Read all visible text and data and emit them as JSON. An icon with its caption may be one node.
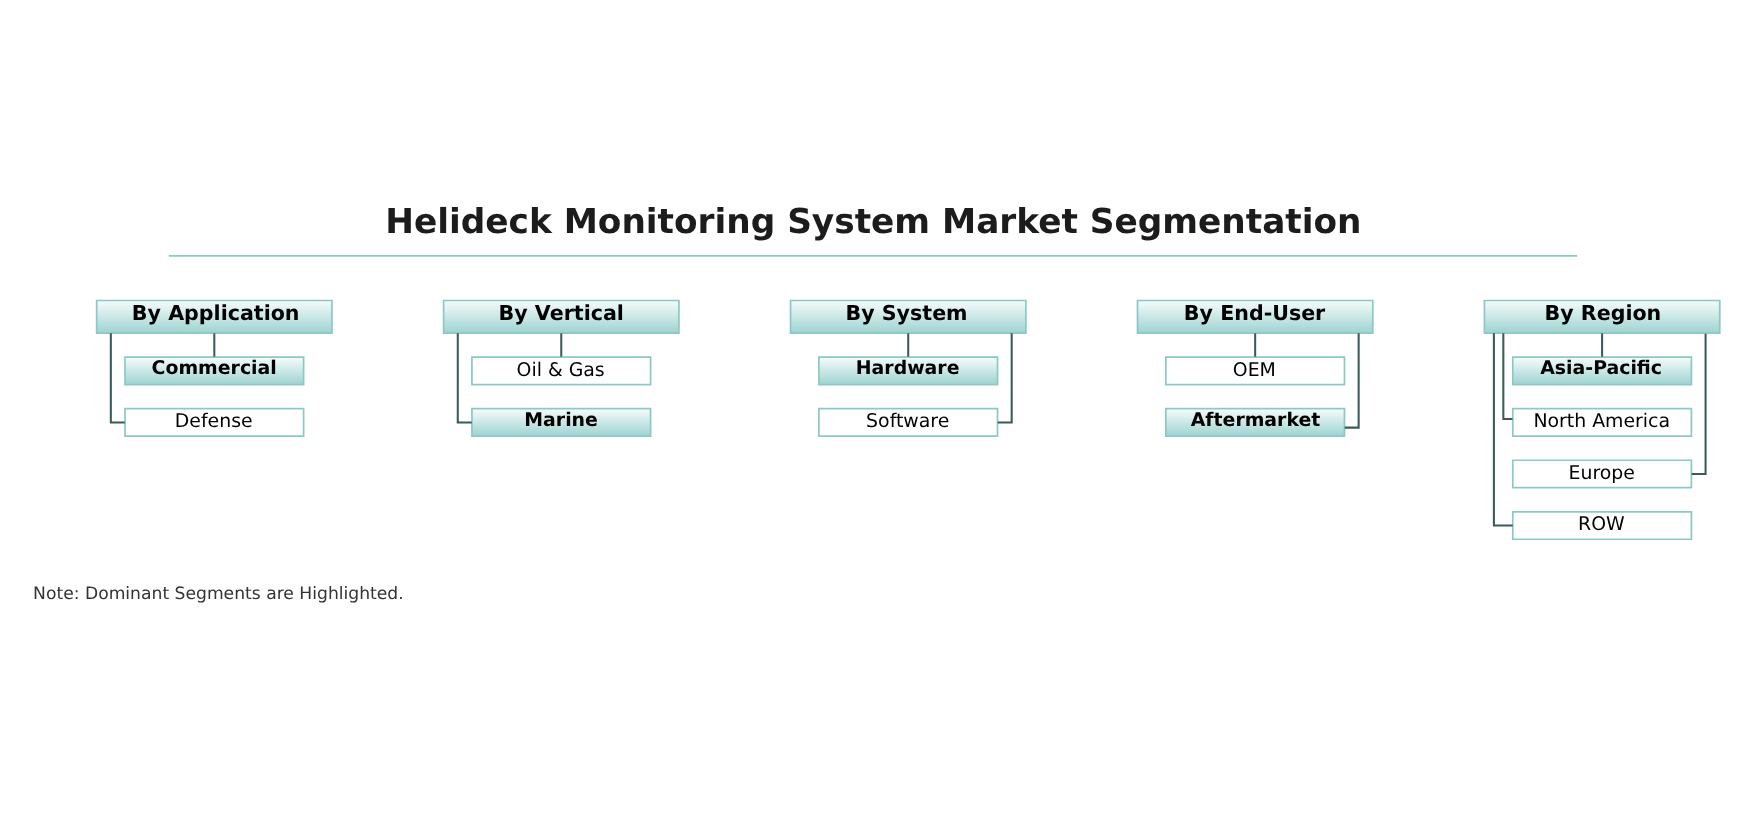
{
  "diagram": {
    "title": "Helideck Monitoring System Market Segmentation",
    "nodes": [
      {
        "text": [
          "By Application"
        ]
      },
      {
        "text": [
          "Commercial"
        ]
      },
      {
        "text": [
          "Defense"
        ]
      },
      {
        "text": [
          "By Vertical"
        ]
      },
      {
        "text": [
          "Oil & Gas"
        ]
      },
      {
        "text": [
          "Marine"
        ]
      },
      {
        "text": [
          "By System"
        ]
      },
      {
        "text": [
          "Hardware"
        ]
      },
      {
        "text": [
          "Software"
        ]
      },
      {
        "text": [
          "By End-User"
        ]
      },
      {
        "text": [
          "OEM"
        ]
      },
      {
        "text": [
          "Aftermarket"
        ]
      },
      {
        "text": [
          "By Region"
        ]
      },
      {
        "text": [
          "Asia-Pacific"
        ]
      },
      {
        "text": [
          "North America"
        ]
      },
      {
        "text": [
          "Europe"
        ]
      },
      {
        "text": [
          "ROW"
        ]
      }
    ],
    "edges": [
      {
        "from": 0,
        "to": 1,
        "arrow": "none"
      },
      {
        "from": 0,
        "to": 2,
        "arrow": "none"
      },
      {
        "from": 3,
        "to": 4,
        "arrow": "none"
      },
      {
        "from": 3,
        "to": 5,
        "arrow": "none"
      },
      {
        "from": 6,
        "to": 7,
        "arrow": "none"
      },
      {
        "from": 6,
        "to": 8,
        "arrow": "none"
      },
      {
        "from": 9,
        "to": 10,
        "arrow": "none"
      },
      {
        "from": 9,
        "to": 11,
        "arrow": "none"
      },
      {
        "from": 12,
        "to": 13,
        "arrow": "none"
      },
      {
        "from": 12,
        "to": 14,
        "arrow": "none"
      },
      {
        "from": 12,
        "to": 15,
        "arrow": "none"
      },
      {
        "from": 12,
        "to": 16,
        "arrow": "none"
      }
    ],
    "labels": [
      "Note: Dominant Segments are Highlighted."
    ]
  }
}
